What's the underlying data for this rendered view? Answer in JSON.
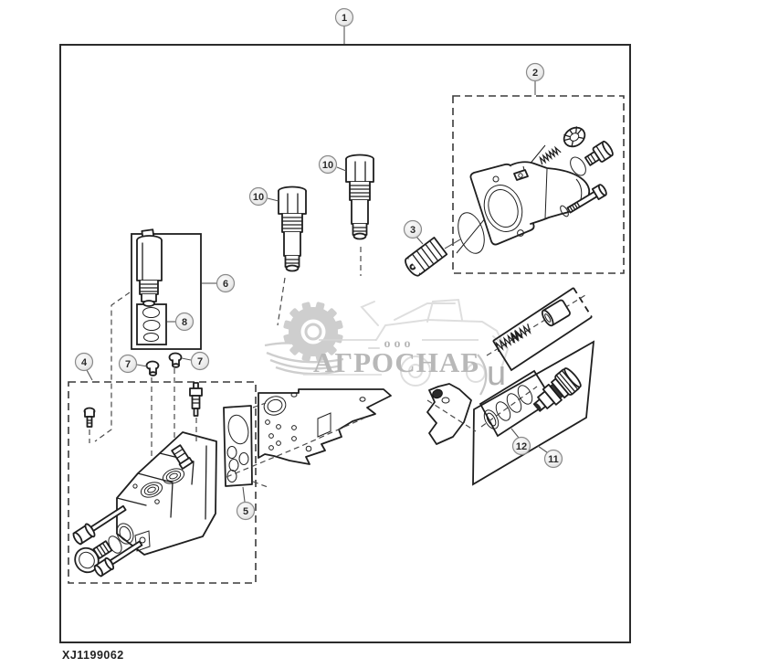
{
  "diagram": {
    "type": "exploded-parts-drawing",
    "part_code": "XJ1199062",
    "callouts": {
      "c1": "1",
      "c2": "2",
      "c3": "3",
      "c4": "4",
      "c5": "5",
      "c6": "6",
      "c7a": "7",
      "c7b": "7",
      "c8": "8",
      "c10a": "10",
      "c10b": "10",
      "c11": "11",
      "c12": "12"
    }
  },
  "watermark": {
    "org_prefix": "ооо",
    "company": "АГРОСНАБ",
    "suffix": "u"
  },
  "colors": {
    "line": "#1f1f1f",
    "callout_fill": "#ededed",
    "callout_stroke": "#8a8a8a",
    "watermark_gray": "#c6c6c6",
    "background": "#ffffff"
  }
}
